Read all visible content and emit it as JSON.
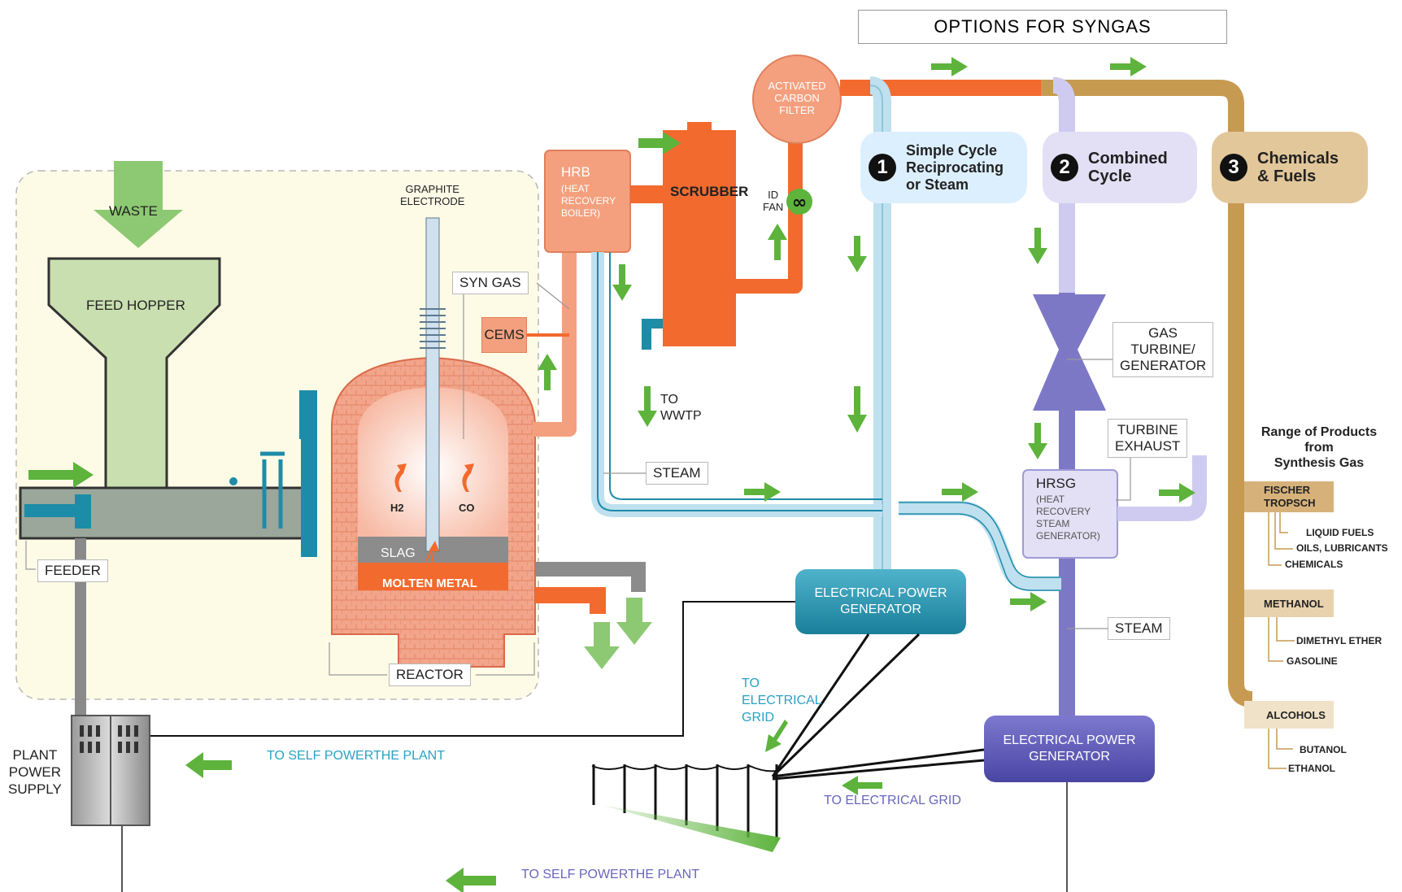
{
  "title": "OPTIONS FOR SYNGAS",
  "input": {
    "waste": "WASTE",
    "feed_hopper": "FEED HOPPER",
    "feeder": "FEEDER"
  },
  "reactor": {
    "graphite_electrode": [
      "GRAPHITE",
      "ELECTRODE"
    ],
    "syn_gas": "SYN GAS",
    "cems": "CEMS",
    "h2": "H2",
    "co": "CO",
    "slag": "SLAG",
    "molten_metal": "MOLTEN METAL",
    "reactor": "REACTOR"
  },
  "cleanup": {
    "hrb": "HRB",
    "hrb_sub": [
      "(HEAT",
      "RECOVERY",
      "BOILER)"
    ],
    "scrubber": "SCRUBBER",
    "id_fan": [
      "ID",
      "FAN"
    ],
    "activated_carbon_filter": [
      "ACTIVATED",
      "CARBON",
      "FILTER"
    ],
    "to_wwtp": [
      "TO",
      "WWTP"
    ],
    "steam": "STEAM"
  },
  "options": [
    {
      "number": "1",
      "label": [
        "Simple Cycle",
        "Reciprocating",
        "or Steam"
      ],
      "color": "#dcefff"
    },
    {
      "number": "2",
      "label": [
        "Combined",
        "Cycle"
      ],
      "color": "#e3e0f5"
    },
    {
      "number": "3",
      "label": [
        "Chemicals",
        "& Fuels"
      ],
      "color": "#e2c79a"
    }
  ],
  "combined_cycle": {
    "gas_turbine": [
      "GAS",
      "TURBINE/",
      "GENERATOR"
    ],
    "turbine_exhaust": [
      "TURBINE",
      "EXHAUST"
    ],
    "hrsg": "HRSG",
    "hrsg_sub": [
      "(HEAT",
      "RECOVERY",
      "STEAM",
      "GENERATOR)"
    ],
    "steam": "STEAM"
  },
  "generators": {
    "gen1": [
      "ELECTRICAL POWER",
      "GENERATOR"
    ],
    "gen2": [
      "ELECTRICAL POWER",
      "GENERATOR"
    ]
  },
  "grid": {
    "to_electrical_grid_1": [
      "TO",
      "ELECTRICAL",
      "GRID"
    ],
    "to_electrical_grid_2": "TO ELECTRICAL GRID",
    "self_power_1": "TO SELF POWERTHE PLANT",
    "self_power_2": "TO SELF POWERTHE PLANT",
    "plant_power_supply": [
      "PLANT",
      "POWER",
      "SUPPLY"
    ]
  },
  "products": {
    "heading": [
      "Range of Products",
      "from",
      "Synthesis Gas"
    ],
    "groups": [
      {
        "name": [
          "FISCHER",
          "TROPSCH"
        ],
        "items": [
          "LIQUID FUELS",
          "OILS, LUBRICANTS",
          "CHEMICALS"
        ]
      },
      {
        "name": [
          "METHANOL"
        ],
        "items": [
          "DIMETHYL ETHER",
          "GASOLINE"
        ]
      },
      {
        "name": [
          "ALCOHOLS"
        ],
        "items": [
          "BUTANOL",
          "ETHANOL"
        ]
      }
    ]
  },
  "colors": {
    "orange": "#f26a2e",
    "salmon": "#f4a07e",
    "light_blue": "#bfe0ef",
    "teal": "#1d8ca8",
    "purple": "#7d78c6",
    "gold": "#c79a52",
    "green_arrow": "#5db33c",
    "panel": "#fdfbe6"
  }
}
